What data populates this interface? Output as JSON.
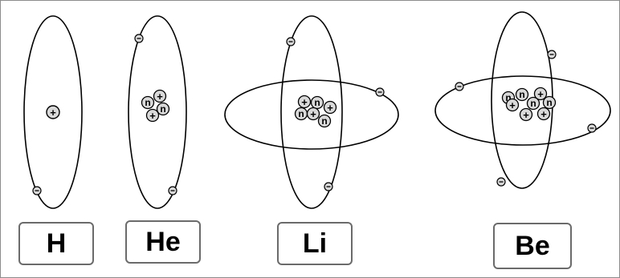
{
  "atoms": [
    {
      "symbol": "H",
      "protons": 1,
      "neutrons": 0,
      "electrons": 1
    },
    {
      "symbol": "He",
      "protons": 2,
      "neutrons": 2,
      "electrons": 2
    },
    {
      "symbol": "Li",
      "protons": 3,
      "neutrons": 3,
      "electrons": 3
    },
    {
      "symbol": "Be",
      "protons": 4,
      "neutrons": 4,
      "electrons": 4
    }
  ],
  "nucleon_labels": {
    "proton": "+",
    "neutron": "n"
  },
  "colors": {
    "orbit": "#000000",
    "particle_fill": "#d9d9d9",
    "frame": "#8c8c8c"
  }
}
